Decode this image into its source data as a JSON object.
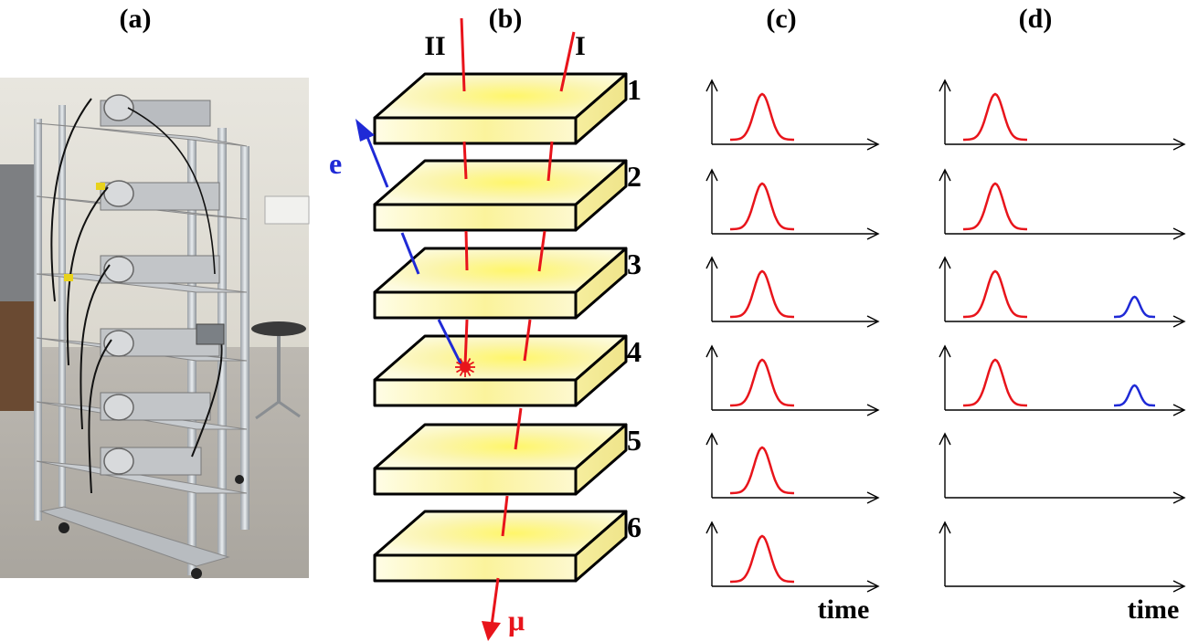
{
  "panels": {
    "a": "(a)",
    "b": "(b)",
    "c": "(c)",
    "d": "(d)"
  },
  "photo": {
    "description_icon": "detector-stack-photo-icon"
  },
  "diagram": {
    "track_labels": {
      "II": "II",
      "I": "I"
    },
    "layer_numbers": [
      "1",
      "2",
      "3",
      "4",
      "5",
      "6"
    ],
    "electron_label": "e",
    "muon_label": "μ",
    "decay_marker_icon": "decay-star-icon",
    "colors": {
      "muon": "#e8141b",
      "electron": "#1f2ad6",
      "slab_light": "#fffde0",
      "slab_mid": "#faf3a0",
      "slab_dark": "#f3eb9a"
    }
  },
  "signals": {
    "time_label_c": "time",
    "time_label_d": "time",
    "column_c": [
      {
        "layer": "1",
        "muon_pulse": true,
        "electron_pulse": false
      },
      {
        "layer": "2",
        "muon_pulse": true,
        "electron_pulse": false
      },
      {
        "layer": "3",
        "muon_pulse": true,
        "electron_pulse": false
      },
      {
        "layer": "4",
        "muon_pulse": true,
        "electron_pulse": false
      },
      {
        "layer": "5",
        "muon_pulse": true,
        "electron_pulse": false
      },
      {
        "layer": "6",
        "muon_pulse": true,
        "electron_pulse": false
      }
    ],
    "column_d": [
      {
        "layer": "1",
        "muon_pulse": true,
        "electron_pulse": false
      },
      {
        "layer": "2",
        "muon_pulse": true,
        "electron_pulse": false
      },
      {
        "layer": "3",
        "muon_pulse": true,
        "electron_pulse": true
      },
      {
        "layer": "4",
        "muon_pulse": true,
        "electron_pulse": true
      },
      {
        "layer": "5",
        "muon_pulse": false,
        "electron_pulse": false
      },
      {
        "layer": "6",
        "muon_pulse": false,
        "electron_pulse": false
      }
    ]
  }
}
